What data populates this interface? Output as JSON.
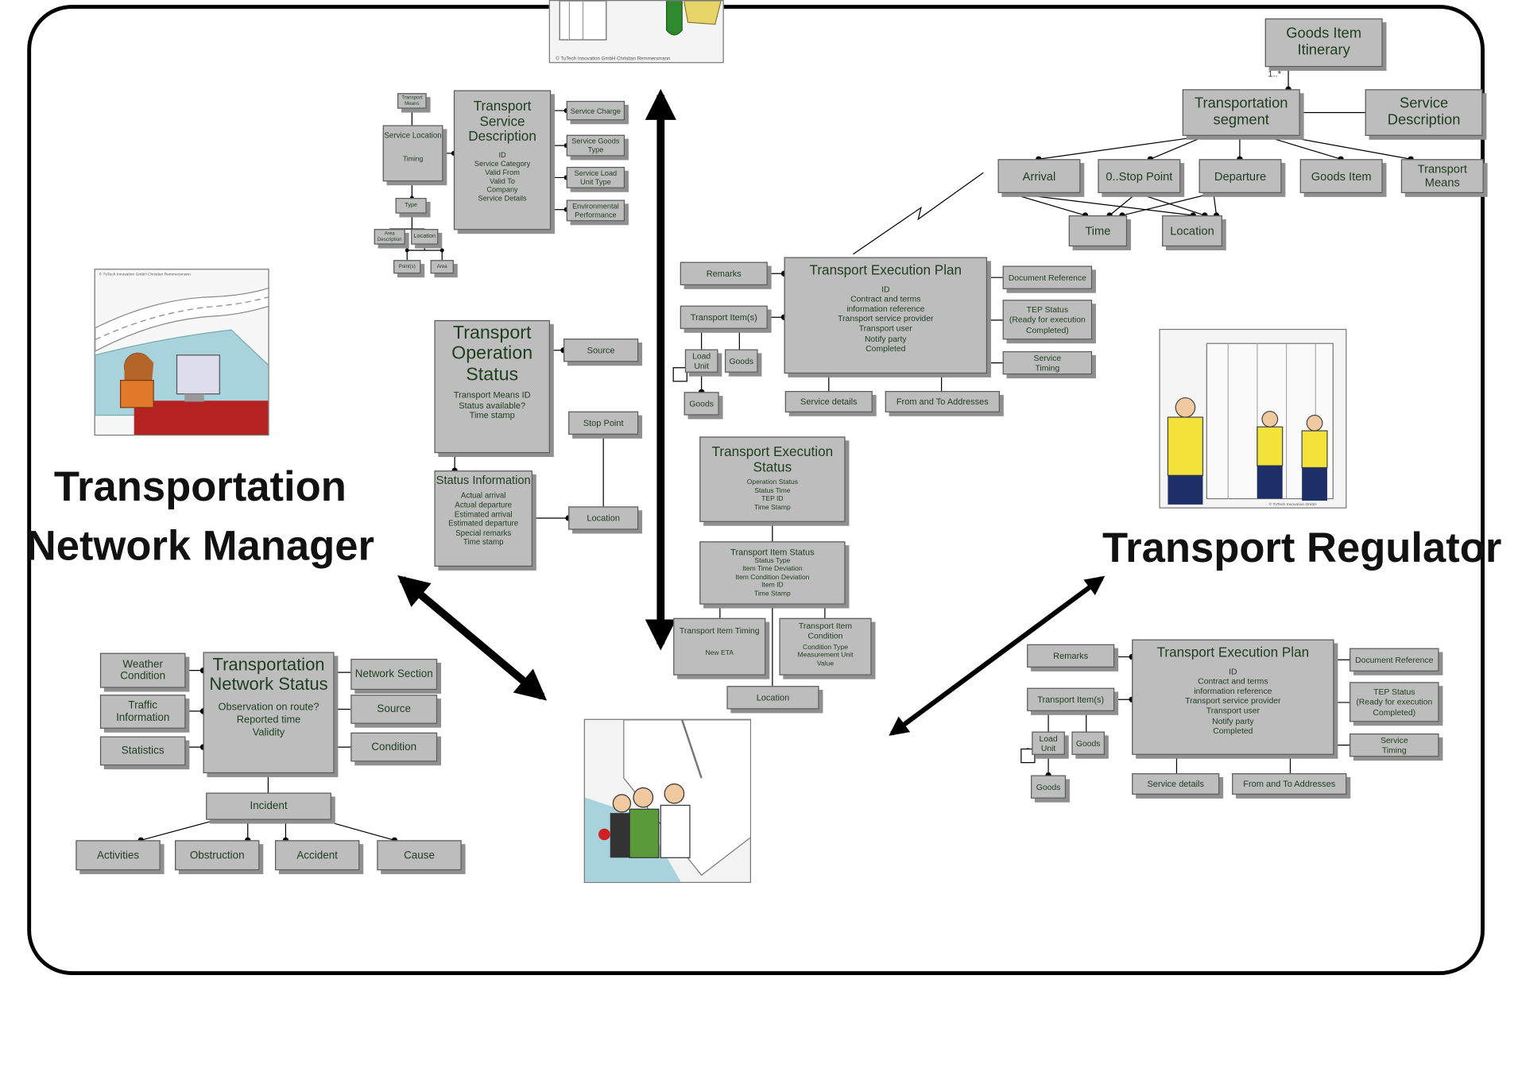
{
  "roles": {
    "left": "Transportation\nNetwork Manager",
    "right": "Transport Regulator"
  },
  "illustrations": {
    "top": "person-with-map",
    "left": "operator-at-computer",
    "right": "inspectors-at-container",
    "bottom": "port-crew"
  },
  "pictures": {
    "copyright": "© TuTech Innovation GmbH Christian Remmersmann",
    "copyright_short": "© TuTech Innovation GmbH"
  },
  "colors": {
    "box": "#bdbdbd",
    "text": "#1f3d1f",
    "line": "#000000"
  },
  "tsd": {
    "transport_means": "Transport Means",
    "service_location": "Service Location",
    "timing": "Timing",
    "type": "Type",
    "area_description": "Area Description",
    "location": "Location",
    "points": "Point(s)",
    "area": "Area",
    "main_title": "Transport\nService\nDescription",
    "main_body": "ID\nService Category\nValid From\nValid To\nCompany\nService Details",
    "service_charge": "Service Charge",
    "service_goods_type": "Service Goods Type",
    "service_load_unit_type": "Service Load Unit Type",
    "environmental_performance": "Environmental Performance"
  },
  "tos": {
    "title": "Transport\nOperation\nStatus",
    "body": "Transport Means ID\nStatus available?\nTime stamp",
    "source": "Source",
    "stop_point": "Stop Point",
    "status_title": "Status\nInformation",
    "status_body": "Actual arrival\nActual departure\nEstimated arrival\nEstimated departure\nSpecial remarks\nTime stamp",
    "location": "Location"
  },
  "tep": {
    "title": "Transport Execution Plan",
    "body": "ID\nContract and terms\ninformation reference\nTransport service provider\nTransport user\nNotify party\nCompleted",
    "remarks": "Remarks",
    "items": "Transport Item(s)",
    "load_unit": "Load\nUnit",
    "goods": "Goods",
    "document_reference": "Document Reference",
    "tep_status": "TEP Status\n(Ready for execution\nCompleted)",
    "service_timing": "Service\nTiming",
    "service_details": "Service details",
    "addresses": "From and To Addresses"
  },
  "tes": {
    "title": "Transport Execution\nStatus",
    "body": "Operation Status\nStatus Time\nTEP ID\nTime Stamp",
    "item_status_title": "Transport Item Status",
    "item_status_body": "Status Type\nItem Time Deviation\nItem Condition Deviation\nItem ID\nTime Stamp",
    "timing_title": "Transport Item Timing",
    "timing_body": "New ETA",
    "condition_title": "Transport Item\nCondition",
    "condition_body": "Condition Type\nMeasurement Unit\nValue",
    "location": "Location"
  },
  "seg": {
    "itinerary": "Goods Item\nItinerary",
    "multiplicity": "1..*",
    "segment": "Transportation\nsegment",
    "service_description": "Service\nDescription",
    "arrival": "Arrival",
    "stop_point": "0..Stop Point",
    "departure": "Departure",
    "goods_item": "Goods Item",
    "transport_means": "Transport\nMeans",
    "time": "Time",
    "location": "Location"
  },
  "tns": {
    "weather": "Weather\nCondition",
    "traffic": "Traffic\nInformation",
    "statistics": "Statistics",
    "title": "Transportation\nNetwork\nStatus",
    "body": "Observation on route?\nReported time\nValidity",
    "network_section": "Network\nSection",
    "source": "Source",
    "condition": "Condition",
    "incident": "Incident",
    "activities": "Activities",
    "obstruction": "Obstruction",
    "accident": "Accident",
    "cause": "Cause"
  }
}
